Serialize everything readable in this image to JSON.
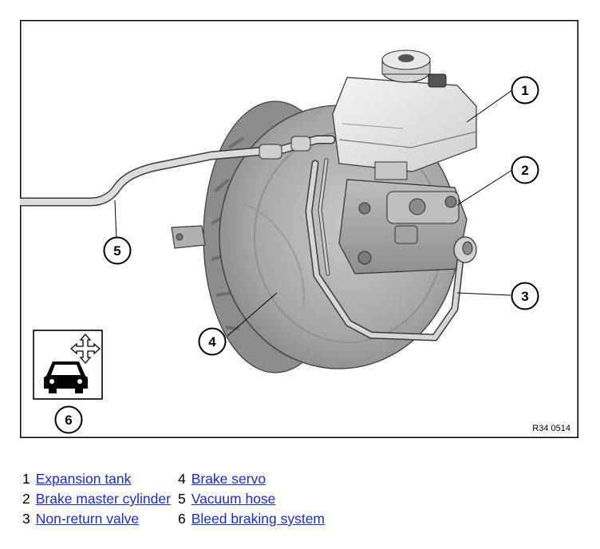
{
  "figure": {
    "code": "R34 0514",
    "callouts": [
      "1",
      "2",
      "3",
      "4",
      "5",
      "6"
    ]
  },
  "legend": [
    {
      "num": "1",
      "label": "Expansion tank"
    },
    {
      "num": "2",
      "label": "Brake master cylinder"
    },
    {
      "num": "3",
      "label": "Non-return valve"
    },
    {
      "num": "4",
      "label": "Brake servo"
    },
    {
      "num": "5",
      "label": "Vacuum hose"
    },
    {
      "num": "6",
      "label": "Bleed braking system"
    }
  ]
}
